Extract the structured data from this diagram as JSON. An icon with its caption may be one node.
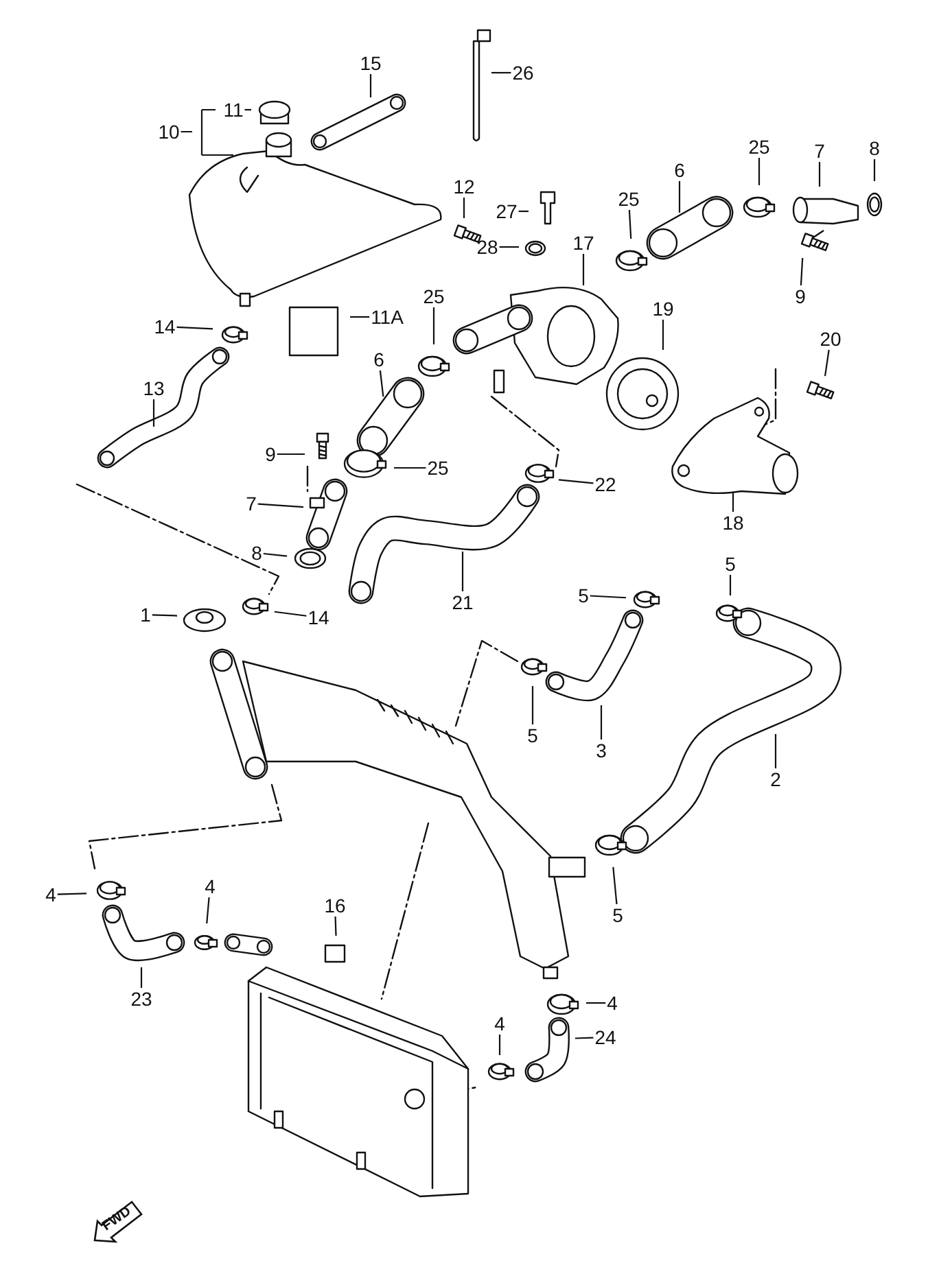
{
  "diagram": {
    "nodes": [
      {
        "text": [
          "15"
        ]
      },
      {
        "text": [
          "26"
        ]
      },
      {
        "text": [
          "10"
        ]
      },
      {
        "text": [
          "11"
        ]
      },
      {
        "text": [
          "12"
        ]
      },
      {
        "text": [
          "27"
        ]
      },
      {
        "text": [
          "28"
        ]
      },
      {
        "text": [
          "6"
        ]
      },
      {
        "text": [
          "25"
        ]
      },
      {
        "text": [
          "7"
        ]
      },
      {
        "text": [
          "8"
        ]
      },
      {
        "text": [
          "25"
        ]
      },
      {
        "text": [
          "17"
        ]
      },
      {
        "text": [
          "9"
        ]
      },
      {
        "text": [
          "19"
        ]
      },
      {
        "text": [
          "14"
        ]
      },
      {
        "text": [
          "11A"
        ]
      },
      {
        "text": [
          "25"
        ]
      },
      {
        "text": [
          "20"
        ]
      },
      {
        "text": [
          "13"
        ]
      },
      {
        "text": [
          "6"
        ]
      },
      {
        "text": [
          "9"
        ]
      },
      {
        "text": [
          "25"
        ]
      },
      {
        "text": [
          "22"
        ]
      },
      {
        "text": [
          "7"
        ]
      },
      {
        "text": [
          "18"
        ]
      },
      {
        "text": [
          "8"
        ]
      },
      {
        "text": [
          "21"
        ]
      },
      {
        "text": [
          "1"
        ]
      },
      {
        "text": [
          "14"
        ]
      },
      {
        "text": [
          "5"
        ]
      },
      {
        "text": [
          "5"
        ]
      },
      {
        "text": [
          "5"
        ]
      },
      {
        "text": [
          "3"
        ]
      },
      {
        "text": [
          "2"
        ]
      },
      {
        "text": [
          "4"
        ]
      },
      {
        "text": [
          "4"
        ]
      },
      {
        "text": [
          "16"
        ]
      },
      {
        "text": [
          "5"
        ]
      },
      {
        "text": [
          "23"
        ]
      },
      {
        "text": [
          "4"
        ]
      },
      {
        "text": [
          "24"
        ]
      },
      {
        "text": [
          "4"
        ]
      }
    ],
    "edges": [
      {
        "from": 0,
        "to": null,
        "arrow": "none"
      },
      {
        "from": 1,
        "to": null,
        "arrow": "none"
      },
      {
        "from": 2,
        "to": null,
        "arrow": "none"
      },
      {
        "from": 3,
        "to": null,
        "arrow": "none"
      },
      {
        "from": 4,
        "to": null,
        "arrow": "none"
      },
      {
        "from": 5,
        "to": null,
        "arrow": "none"
      },
      {
        "from": 6,
        "to": null,
        "arrow": "none"
      },
      {
        "from": 7,
        "to": null,
        "arrow": "none"
      },
      {
        "from": 8,
        "to": null,
        "arrow": "none"
      },
      {
        "from": 9,
        "to": null,
        "arrow": "none"
      },
      {
        "from": 10,
        "to": null,
        "arrow": "none"
      },
      {
        "from": 11,
        "to": null,
        "arrow": "none"
      },
      {
        "from": 12,
        "to": null,
        "arrow": "none"
      },
      {
        "from": 13,
        "to": null,
        "arrow": "none"
      },
      {
        "from": 14,
        "to": null,
        "arrow": "none"
      },
      {
        "from": 15,
        "to": null,
        "arrow": "none"
      },
      {
        "from": 16,
        "to": null,
        "arrow": "none"
      },
      {
        "from": 17,
        "to": null,
        "arrow": "none"
      },
      {
        "from": 18,
        "to": null,
        "arrow": "none"
      },
      {
        "from": 19,
        "to": null,
        "arrow": "none"
      },
      {
        "from": 20,
        "to": null,
        "arrow": "none"
      },
      {
        "from": 21,
        "to": null,
        "arrow": "none"
      },
      {
        "from": 22,
        "to": null,
        "arrow": "none"
      },
      {
        "from": 23,
        "to": null,
        "arrow": "none"
      },
      {
        "from": 24,
        "to": null,
        "arrow": "none"
      },
      {
        "from": 25,
        "to": null,
        "arrow": "none"
      },
      {
        "from": 26,
        "to": null,
        "arrow": "none"
      },
      {
        "from": 27,
        "to": null,
        "arrow": "none"
      },
      {
        "from": 28,
        "to": null,
        "arrow": "none"
      },
      {
        "from": 29,
        "to": null,
        "arrow": "none"
      },
      {
        "from": 30,
        "to": null,
        "arrow": "none"
      },
      {
        "from": 31,
        "to": null,
        "arrow": "none"
      },
      {
        "from": 32,
        "to": null,
        "arrow": "none"
      },
      {
        "from": 33,
        "to": null,
        "arrow": "none"
      },
      {
        "from": 34,
        "to": null,
        "arrow": "none"
      },
      {
        "from": 35,
        "to": null,
        "arrow": "none"
      },
      {
        "from": 36,
        "to": null,
        "arrow": "none"
      },
      {
        "from": 37,
        "to": null,
        "arrow": "none"
      },
      {
        "from": 38,
        "to": null,
        "arrow": "none"
      },
      {
        "from": 39,
        "to": null,
        "arrow": "none"
      },
      {
        "from": 40,
        "to": null,
        "arrow": "none"
      },
      {
        "from": 41,
        "to": null,
        "arrow": "none"
      },
      {
        "from": 42,
        "to": null,
        "arrow": "none"
      }
    ],
    "labels": [
      "FWD"
    ]
  }
}
